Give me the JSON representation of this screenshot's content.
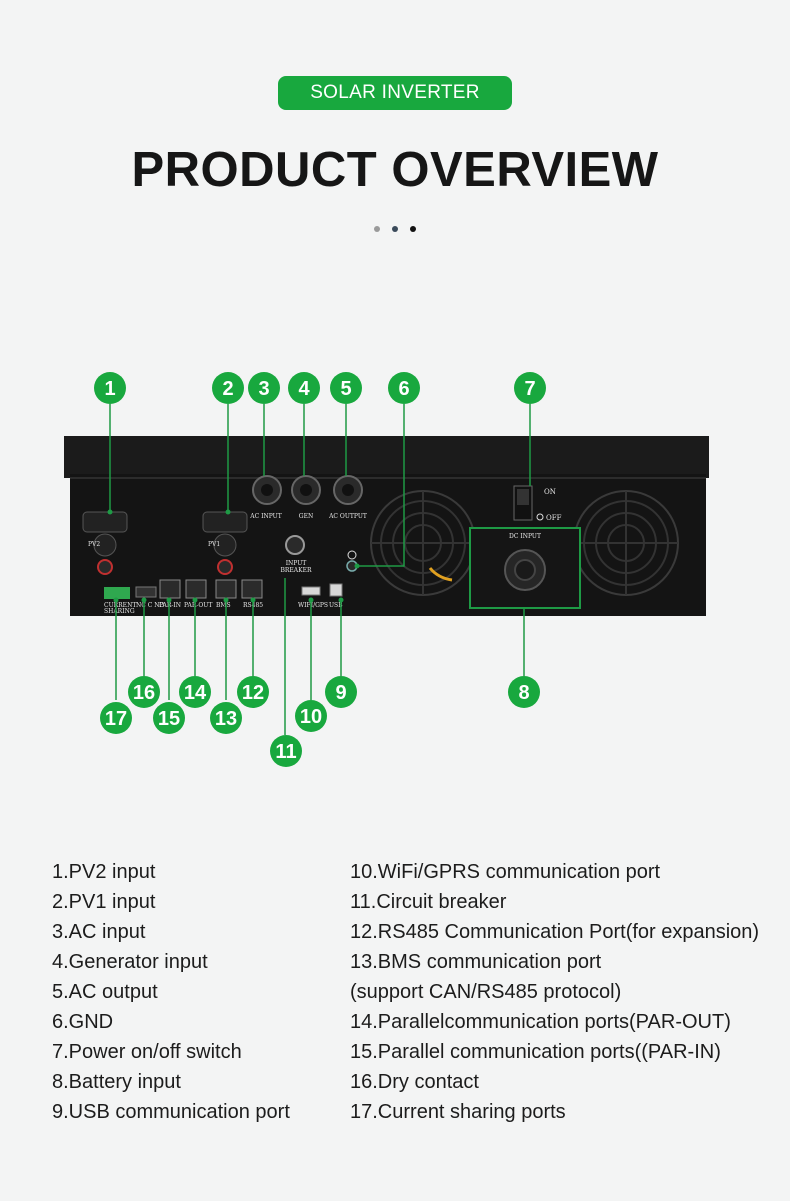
{
  "header": {
    "badge": "SOLAR INVERTER",
    "title": "PRODUCT OVERVIEW",
    "dot_colors": [
      "#9a9a9a",
      "#3a4a5a",
      "#111111"
    ]
  },
  "colors": {
    "accent": "#18a83e",
    "panel": "#141414",
    "background": "#f3f4f4"
  },
  "device": {
    "port_labels": {
      "ac_input": "AC INPUT",
      "gen": "GEN",
      "ac_output": "AC OUTPUT",
      "pv2": "PV2",
      "pv1": "PV1",
      "input_breaker": "INPUT",
      "input_breaker_2": "BREAKER",
      "current": "CURRENT",
      "sharing": "SHARING",
      "nc_c_no": "NC C NO",
      "par_in": "PAR-IN",
      "par_out": "PAR-OUT",
      "bms": "BMS",
      "rs485": "RS485",
      "wifi_gps": "WIFI/GPS",
      "usb": "USB",
      "dc_input": "DC INPUT",
      "on": "ON",
      "off": "OFF"
    },
    "callouts": [
      "1",
      "2",
      "3",
      "4",
      "5",
      "6",
      "7",
      "8",
      "9",
      "10",
      "11",
      "12",
      "13",
      "14",
      "15",
      "16",
      "17"
    ]
  },
  "legend": {
    "left": [
      "1.PV2 input",
      "2.PV1 input",
      "3.AC input",
      "4.Generator input",
      "5.AC output",
      "6.GND",
      "7.Power on/off switch",
      "8.Battery input",
      "9.USB communication port"
    ],
    "right": [
      "10.WiFi/GPRS communication port",
      "11.Circuit breaker",
      "12.RS485 Communication Port(for expansion)",
      "13.BMS communication port",
      "(support CAN/RS485 protocol)",
      "14.Parallelcommunication ports(PAR-OUT)",
      "15.Parallel communication ports((PAR-IN)",
      "16.Dry contact",
      "17.Current sharing ports"
    ]
  }
}
